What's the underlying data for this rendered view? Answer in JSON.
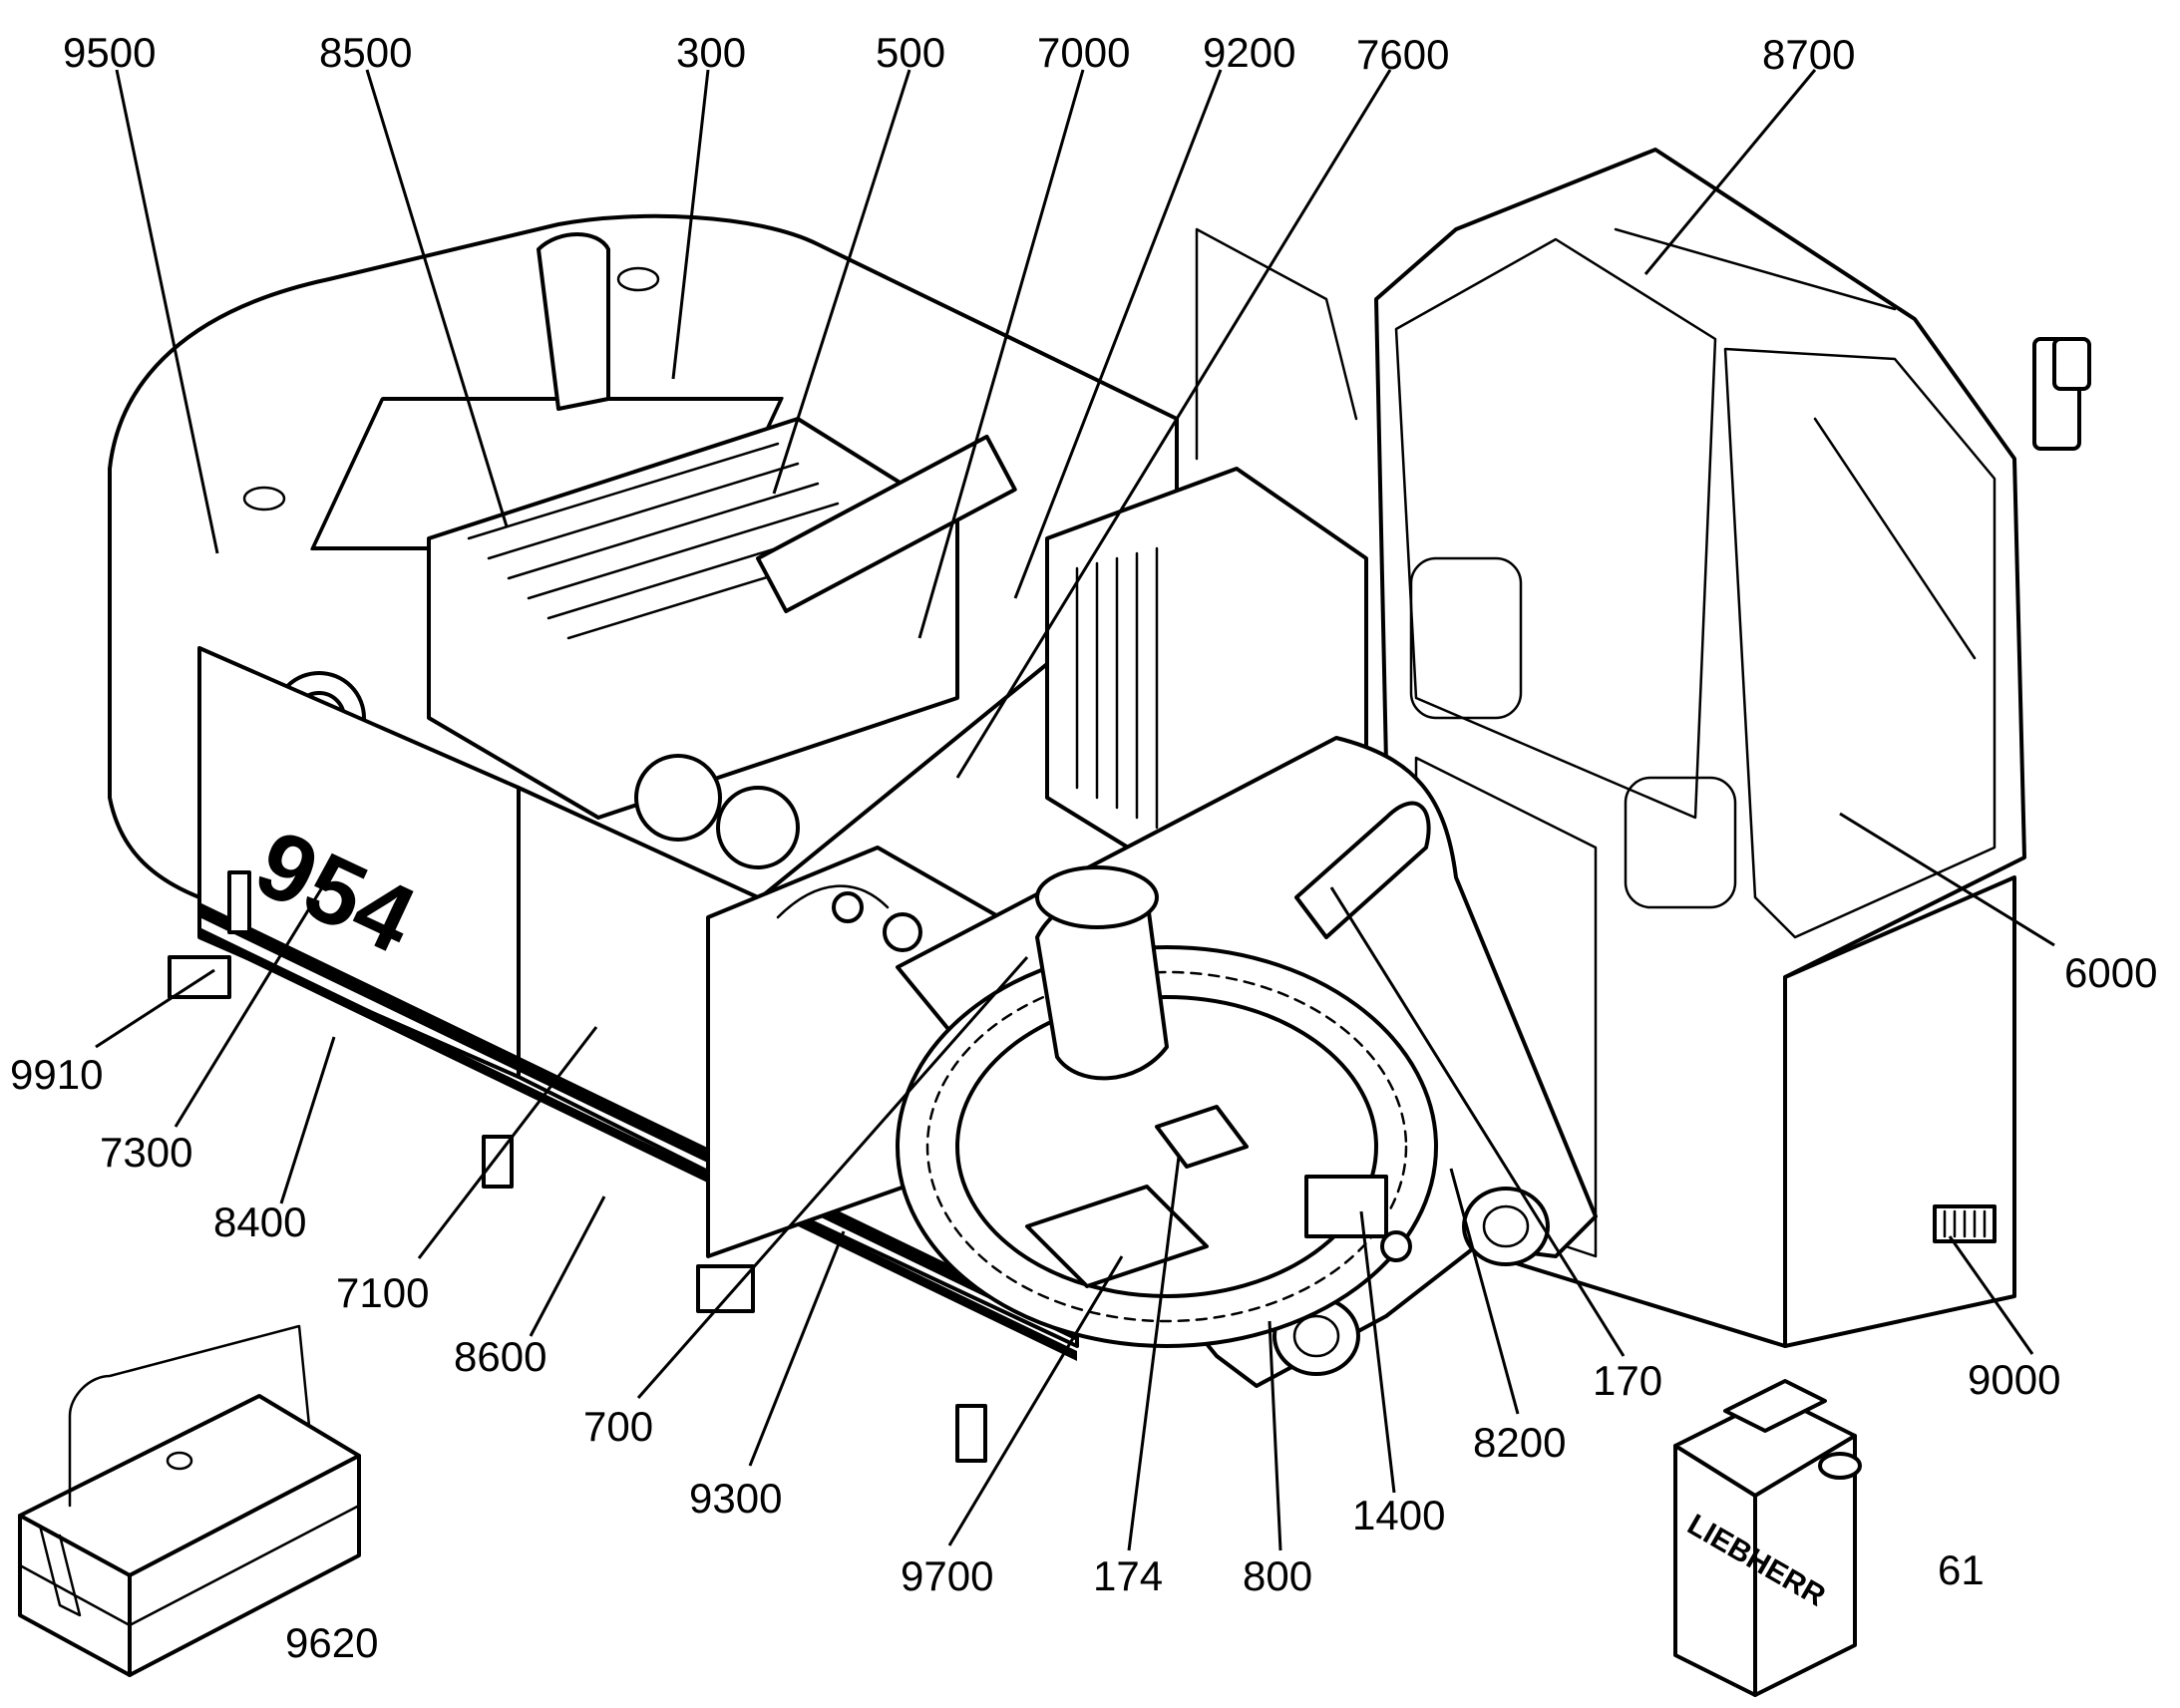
{
  "diagram": {
    "callouts": [
      {
        "id": "c9500",
        "label": "9500"
      },
      {
        "id": "c8500",
        "label": "8500"
      },
      {
        "id": "c300",
        "label": "300"
      },
      {
        "id": "c500",
        "label": "500"
      },
      {
        "id": "c7000",
        "label": "7000"
      },
      {
        "id": "c9200",
        "label": "9200"
      },
      {
        "id": "c7600",
        "label": "7600"
      },
      {
        "id": "c8700",
        "label": "8700"
      },
      {
        "id": "c6000",
        "label": "6000"
      },
      {
        "id": "c9910",
        "label": "9910"
      },
      {
        "id": "c7300",
        "label": "7300"
      },
      {
        "id": "c8400",
        "label": "8400"
      },
      {
        "id": "c7100",
        "label": "7100"
      },
      {
        "id": "c8600",
        "label": "8600"
      },
      {
        "id": "c700",
        "label": "700"
      },
      {
        "id": "c9300",
        "label": "9300"
      },
      {
        "id": "c9700",
        "label": "9700"
      },
      {
        "id": "c174",
        "label": "174"
      },
      {
        "id": "c800",
        "label": "800"
      },
      {
        "id": "c1400",
        "label": "1400"
      },
      {
        "id": "c8200",
        "label": "8200"
      },
      {
        "id": "c170",
        "label": "170"
      },
      {
        "id": "c9000",
        "label": "9000"
      },
      {
        "id": "c61",
        "label": "61"
      },
      {
        "id": "c9620",
        "label": "9620"
      }
    ],
    "canister_brand": "LIEBHERR",
    "model_badge": "954"
  }
}
